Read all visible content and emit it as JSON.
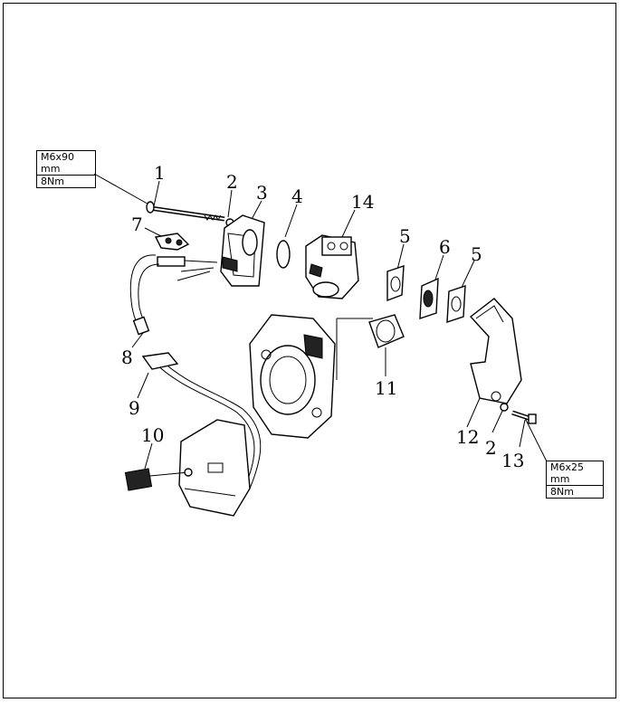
{
  "spec_top": {
    "size": "M6x90 mm",
    "torque": "8Nm"
  },
  "spec_bottom": {
    "size": "M6x25 mm",
    "torque": "8Nm"
  },
  "callouts": [
    "1",
    "2",
    "3",
    "4",
    "14",
    "7",
    "5",
    "6",
    "5",
    "8",
    "11",
    "9",
    "12",
    "2",
    "13",
    "10"
  ]
}
